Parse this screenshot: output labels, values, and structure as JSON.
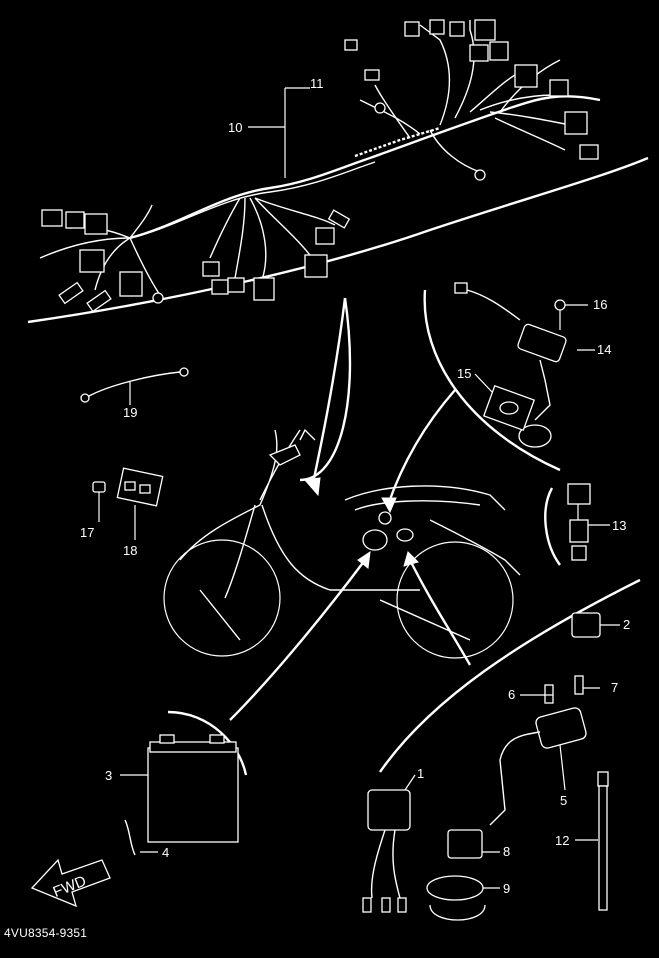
{
  "diagram": {
    "part_number": "4VU8354-9351",
    "fwd_label": "FWD",
    "callouts": {
      "c1": "1",
      "c2": "2",
      "c3": "3",
      "c4": "4",
      "c5": "5",
      "c6": "6",
      "c7": "7",
      "c8": "8",
      "c9": "9",
      "c10": "10",
      "c11": "11",
      "c12": "12",
      "c13": "13",
      "c14": "14",
      "c15": "15",
      "c16": "16",
      "c17": "17",
      "c18": "18",
      "c19": "19"
    }
  }
}
